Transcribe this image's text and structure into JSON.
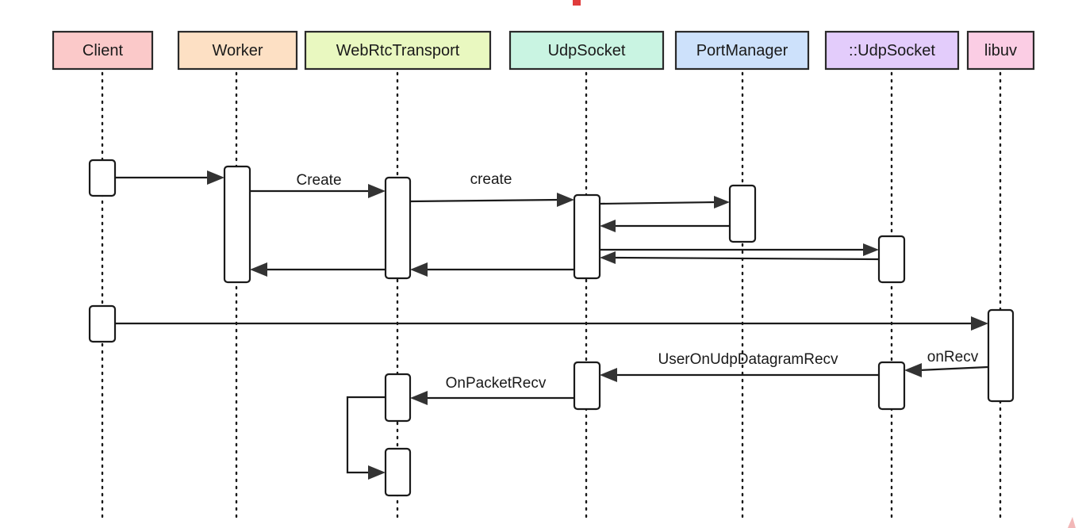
{
  "colors": {
    "client": "#fbc9c9",
    "worker": "#fde0c4",
    "webrtc_transport": "#e9f8c0",
    "udp_socket": "#c9f4e2",
    "port_manager": "#cde1fb",
    "native_udp_socket": "#e3ccfb",
    "libuv": "#fbcde4",
    "top_accent": "#e03c3c"
  },
  "participants": {
    "client": {
      "label": "Client"
    },
    "worker": {
      "label": "Worker"
    },
    "webrtc_transport": {
      "label": "WebRtcTransport"
    },
    "udp_socket": {
      "label": "UdpSocket"
    },
    "port_manager": {
      "label": "PortManager"
    },
    "native_udp_socket": {
      "label": "::UdpSocket"
    },
    "libuv": {
      "label": "libuv"
    }
  },
  "messages": {
    "worker_to_transport": {
      "label": "Create"
    },
    "transport_to_udpsocket": {
      "label": "create"
    },
    "native_to_udpsocket": {
      "label": "UserOnUdpDatagramRecv"
    },
    "libuv_to_native": {
      "label": "onRecv"
    },
    "udpsocket_to_transport": {
      "label": "OnPacketRecv"
    }
  }
}
